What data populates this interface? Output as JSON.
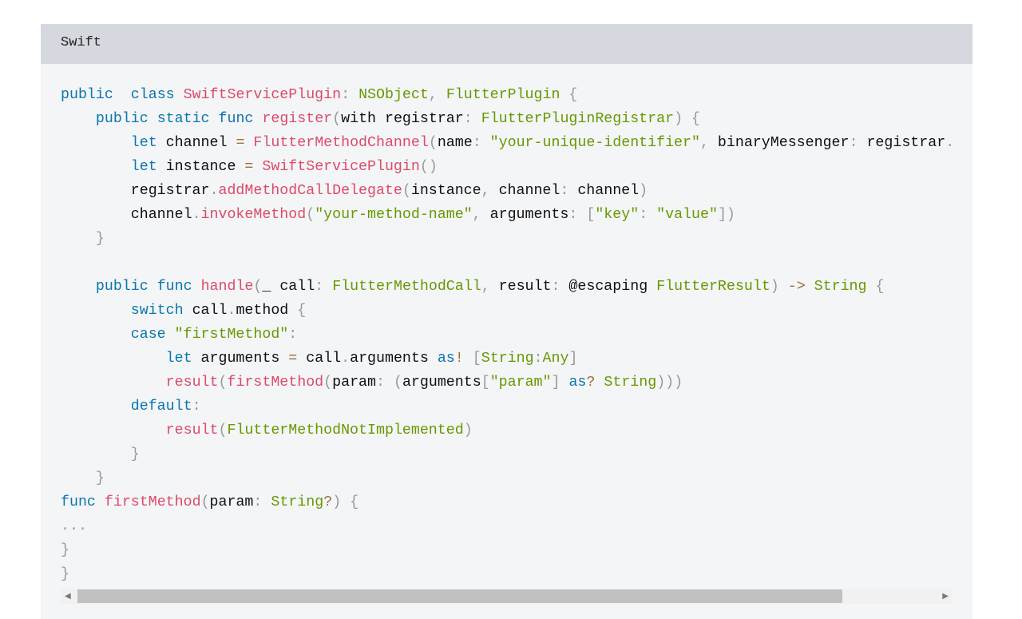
{
  "header": {
    "language": "Swift"
  },
  "code_lines": [
    [
      [
        "kw",
        "public"
      ],
      [
        "",
        "  "
      ],
      [
        "kw",
        "class"
      ],
      [
        "",
        " "
      ],
      [
        "fn",
        "SwiftServicePlugin"
      ],
      [
        "p",
        ":"
      ],
      [
        "",
        " "
      ],
      [
        "cls",
        "NSObject"
      ],
      [
        "p",
        ","
      ],
      [
        "",
        " "
      ],
      [
        "cls",
        "FlutterPlugin"
      ],
      [
        "",
        " "
      ],
      [
        "p",
        "{"
      ]
    ],
    [
      [
        "",
        "    "
      ],
      [
        "kw",
        "public"
      ],
      [
        "",
        " "
      ],
      [
        "kw",
        "static"
      ],
      [
        "",
        " "
      ],
      [
        "kw",
        "func"
      ],
      [
        "",
        " "
      ],
      [
        "fn",
        "register"
      ],
      [
        "p",
        "("
      ],
      [
        "",
        "with registrar"
      ],
      [
        "p",
        ":"
      ],
      [
        "",
        " "
      ],
      [
        "cls",
        "FlutterPluginRegistrar"
      ],
      [
        "p",
        ")"
      ],
      [
        "",
        " "
      ],
      [
        "p",
        "{"
      ]
    ],
    [
      [
        "",
        "        "
      ],
      [
        "kw",
        "let"
      ],
      [
        "",
        " channel "
      ],
      [
        "op",
        "="
      ],
      [
        "",
        " "
      ],
      [
        "fn",
        "FlutterMethodChannel"
      ],
      [
        "p",
        "("
      ],
      [
        "",
        "name"
      ],
      [
        "p",
        ":"
      ],
      [
        "",
        " "
      ],
      [
        "str",
        "\"your-unique-identifier\""
      ],
      [
        "p",
        ","
      ],
      [
        "",
        " binaryMessenger"
      ],
      [
        "p",
        ":"
      ],
      [
        "",
        " registrar"
      ],
      [
        "p",
        "."
      ]
    ],
    [
      [
        "",
        "        "
      ],
      [
        "kw",
        "let"
      ],
      [
        "",
        " instance "
      ],
      [
        "op",
        "="
      ],
      [
        "",
        " "
      ],
      [
        "fn",
        "SwiftServicePlugin"
      ],
      [
        "p",
        "()"
      ]
    ],
    [
      [
        "",
        "        registrar"
      ],
      [
        "p",
        "."
      ],
      [
        "fn",
        "addMethodCallDelegate"
      ],
      [
        "p",
        "("
      ],
      [
        "",
        "instance"
      ],
      [
        "p",
        ","
      ],
      [
        "",
        " channel"
      ],
      [
        "p",
        ":"
      ],
      [
        "",
        " channel"
      ],
      [
        "p",
        ")"
      ]
    ],
    [
      [
        "",
        "        channel"
      ],
      [
        "p",
        "."
      ],
      [
        "fn",
        "invokeMethod"
      ],
      [
        "p",
        "("
      ],
      [
        "str",
        "\"your-method-name\""
      ],
      [
        "p",
        ","
      ],
      [
        "",
        " arguments"
      ],
      [
        "p",
        ":"
      ],
      [
        "",
        " "
      ],
      [
        "p",
        "["
      ],
      [
        "str",
        "\"key\""
      ],
      [
        "p",
        ":"
      ],
      [
        "",
        " "
      ],
      [
        "str",
        "\"value\""
      ],
      [
        "p",
        "])"
      ]
    ],
    [
      [
        "",
        "    "
      ],
      [
        "p",
        "}"
      ]
    ],
    [],
    [
      [
        "",
        "    "
      ],
      [
        "kw",
        "public"
      ],
      [
        "",
        " "
      ],
      [
        "kw",
        "func"
      ],
      [
        "",
        " "
      ],
      [
        "fn",
        "handle"
      ],
      [
        "p",
        "("
      ],
      [
        "",
        "_ call"
      ],
      [
        "p",
        ":"
      ],
      [
        "",
        " "
      ],
      [
        "cls",
        "FlutterMethodCall"
      ],
      [
        "p",
        ","
      ],
      [
        "",
        " result"
      ],
      [
        "p",
        ":"
      ],
      [
        "",
        " @escaping "
      ],
      [
        "cls",
        "FlutterResult"
      ],
      [
        "p",
        ")"
      ],
      [
        "",
        " "
      ],
      [
        "op",
        "->"
      ],
      [
        "",
        " "
      ],
      [
        "cls",
        "String"
      ],
      [
        "",
        " "
      ],
      [
        "p",
        "{"
      ]
    ],
    [
      [
        "",
        "        "
      ],
      [
        "kw",
        "switch"
      ],
      [
        "",
        " call"
      ],
      [
        "p",
        "."
      ],
      [
        "",
        "method "
      ],
      [
        "p",
        "{"
      ]
    ],
    [
      [
        "",
        "        "
      ],
      [
        "kw",
        "case"
      ],
      [
        "",
        " "
      ],
      [
        "str",
        "\"firstMethod\""
      ],
      [
        "p",
        ":"
      ]
    ],
    [
      [
        "",
        "            "
      ],
      [
        "kw",
        "let"
      ],
      [
        "",
        " arguments "
      ],
      [
        "op",
        "="
      ],
      [
        "",
        " call"
      ],
      [
        "p",
        "."
      ],
      [
        "",
        "arguments "
      ],
      [
        "kw",
        "as"
      ],
      [
        "op",
        "!"
      ],
      [
        "",
        " "
      ],
      [
        "p",
        "["
      ],
      [
        "cls",
        "String"
      ],
      [
        "p",
        ":"
      ],
      [
        "cls",
        "Any"
      ],
      [
        "p",
        "]"
      ]
    ],
    [
      [
        "",
        "            "
      ],
      [
        "fn",
        "result"
      ],
      [
        "p",
        "("
      ],
      [
        "fn",
        "firstMethod"
      ],
      [
        "p",
        "("
      ],
      [
        "",
        "param"
      ],
      [
        "p",
        ":"
      ],
      [
        "",
        " "
      ],
      [
        "p",
        "("
      ],
      [
        "",
        "arguments"
      ],
      [
        "p",
        "["
      ],
      [
        "str",
        "\"param\""
      ],
      [
        "p",
        "]"
      ],
      [
        "",
        " "
      ],
      [
        "kw",
        "as"
      ],
      [
        "op",
        "?"
      ],
      [
        "",
        " "
      ],
      [
        "cls",
        "String"
      ],
      [
        "p",
        ")))"
      ]
    ],
    [
      [
        "",
        "        "
      ],
      [
        "kw",
        "default"
      ],
      [
        "p",
        ":"
      ]
    ],
    [
      [
        "",
        "            "
      ],
      [
        "fn",
        "result"
      ],
      [
        "p",
        "("
      ],
      [
        "cls",
        "FlutterMethodNotImplemented"
      ],
      [
        "p",
        ")"
      ]
    ],
    [
      [
        "",
        "        "
      ],
      [
        "p",
        "}"
      ]
    ],
    [
      [
        "",
        "    "
      ],
      [
        "p",
        "}"
      ]
    ],
    [
      [
        "kw",
        "func"
      ],
      [
        "",
        " "
      ],
      [
        "fn",
        "firstMethod"
      ],
      [
        "p",
        "("
      ],
      [
        "",
        "param"
      ],
      [
        "p",
        ":"
      ],
      [
        "",
        " "
      ],
      [
        "cls",
        "String"
      ],
      [
        "op",
        "?"
      ],
      [
        "p",
        ")"
      ],
      [
        "",
        " "
      ],
      [
        "p",
        "{"
      ]
    ],
    [
      [
        "p",
        "..."
      ]
    ],
    [
      [
        "p",
        "}"
      ]
    ],
    [
      [
        "p",
        "}"
      ]
    ]
  ],
  "scrollbar": {
    "left_arrow": "◀",
    "right_arrow": "▶",
    "thumb_fraction": 0.86
  }
}
